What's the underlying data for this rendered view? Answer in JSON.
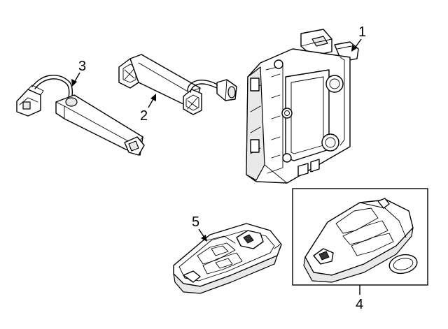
{
  "callouts": {
    "c1": "1",
    "c2": "2",
    "c3": "3",
    "c4": "4",
    "c5": "5"
  },
  "parts": [
    {
      "callout": "1",
      "depicts": "control-module"
    },
    {
      "callout": "2",
      "depicts": "antenna"
    },
    {
      "callout": "3",
      "depicts": "antenna-with-harness"
    },
    {
      "callout": "4",
      "depicts": "key-fob-kit-with-battery"
    },
    {
      "callout": "5",
      "depicts": "key-fob-transmitter"
    }
  ],
  "colors": {
    "stroke": "#000000",
    "background": "#ffffff",
    "shade": "#e9e9e9"
  }
}
